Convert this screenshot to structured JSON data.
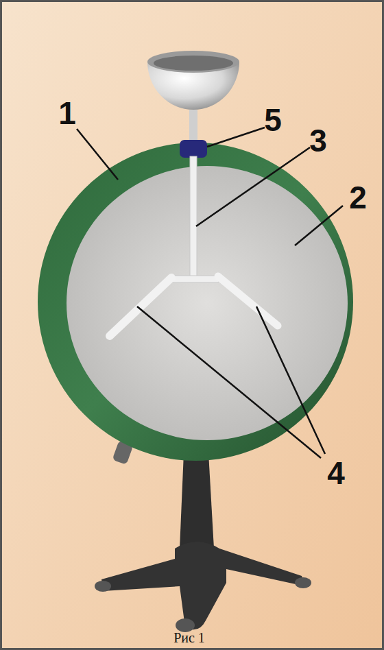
{
  "diagram": {
    "caption": "Рис 1",
    "labels": [
      "1",
      "2",
      "3",
      "4",
      "5"
    ]
  }
}
